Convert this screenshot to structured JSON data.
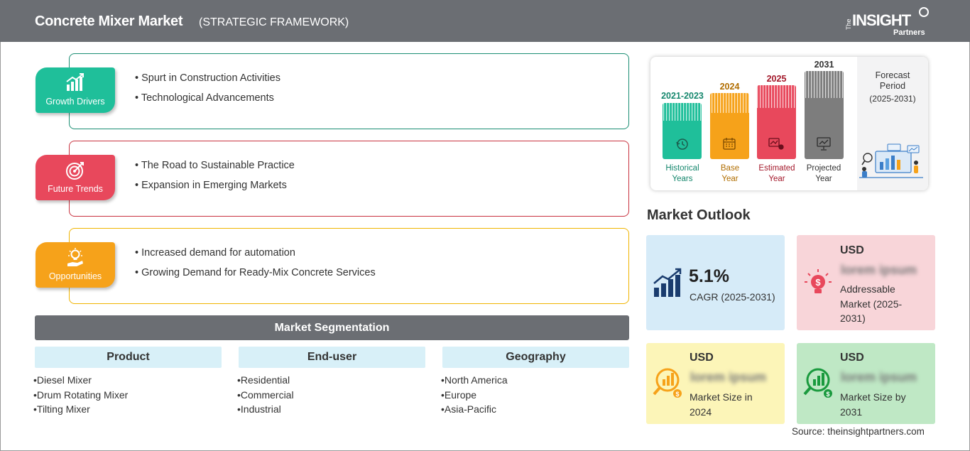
{
  "header": {
    "title": "Concrete Mixer Market",
    "subtitle": "(STRATEGIC FRAMEWORK)",
    "logo_the": "The",
    "logo_insight": "INSIGHT",
    "logo_partners": "Partners"
  },
  "framework": [
    {
      "label": "Growth Drivers",
      "color": "#1fbf9a",
      "border": "#1b8e73",
      "icon": "growth-chart-icon",
      "items": [
        "Spurt in Construction Activities",
        "Technological Advancements"
      ]
    },
    {
      "label": "Future Trends",
      "color": "#e8485c",
      "border": "#c8323f",
      "icon": "target-icon",
      "items": [
        "The Road to Sustainable Practice",
        "Expansion in Emerging Markets"
      ]
    },
    {
      "label": "Opportunities",
      "color": "#f6a21a",
      "border": "#f0b400",
      "icon": "lightbulb-hand-icon",
      "items": [
        "Increased demand for automation",
        "Growing Demand for Ready-Mix Concrete Services"
      ]
    }
  ],
  "segmentation": {
    "title": "Market Segmentation",
    "columns": [
      {
        "name": "Product",
        "items": [
          "Diesel Mixer",
          "Drum Rotating Mixer",
          "Tilting Mixer"
        ]
      },
      {
        "name": "End-user",
        "items": [
          "Residential",
          "Commercial",
          "Industrial"
        ]
      },
      {
        "name": "Geography",
        "items": [
          "North America",
          "Europe",
          "Asia-Pacific"
        ]
      }
    ]
  },
  "timeline": {
    "bars": [
      {
        "year": "2021-2023",
        "caption1": "Historical",
        "caption2": "Years",
        "color": "#1fbf9a",
        "text_color": "#15876d"
      },
      {
        "year": "2024",
        "caption1": "Base",
        "caption2": "Year",
        "color": "#f6a21a",
        "text_color": "#b06d00"
      },
      {
        "year": "2025",
        "caption1": "Estimated",
        "caption2": "Year",
        "color": "#e8485c",
        "text_color": "#a3182a"
      },
      {
        "year": "2031",
        "caption1": "Projected",
        "caption2": "Year",
        "color": "#7d7d7d",
        "text_color": "#333333"
      }
    ],
    "forecast_title": "Forecast Period",
    "forecast_period": "(2025-2031)"
  },
  "outlook": {
    "title": "Market Outlook",
    "cagr_value": "5.1%",
    "cagr_label": "CAGR (2025-2031)",
    "addressable_usd": "USD",
    "addressable_value": "lorem ipsum",
    "addressable_label": "Addressable Market (2025-2031)",
    "size2024_usd": "USD",
    "size2024_value": "lorem ipsum",
    "size2024_label": "Market Size in 2024",
    "size2031_usd": "USD",
    "size2031_value": "lorem ipsum",
    "size2031_label": "Market Size by 2031"
  },
  "source": "Source: theinsightpartners.com"
}
